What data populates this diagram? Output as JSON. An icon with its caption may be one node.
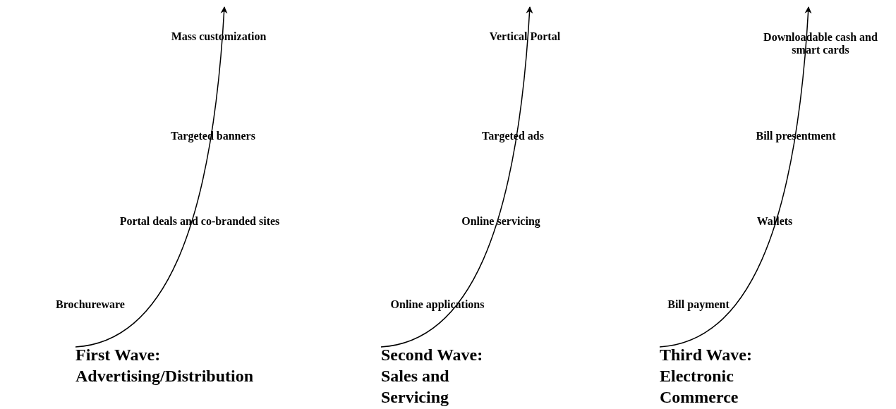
{
  "diagram": {
    "labels": [
      "Mass customization",
      "Vertical Portal",
      "Downloadable cash and smart cards",
      "Targeted banners",
      "Targeted ads",
      "Bill presentment",
      "Portal deals and co-branded sites",
      "Online servicing",
      "Wallets",
      "Brochureware",
      "Online applications",
      "Bill payment",
      "First Wave: Advertising/Distribution",
      "Second Wave: Sales and Servicing",
      "Third Wave: Electronic Commerce"
    ]
  }
}
